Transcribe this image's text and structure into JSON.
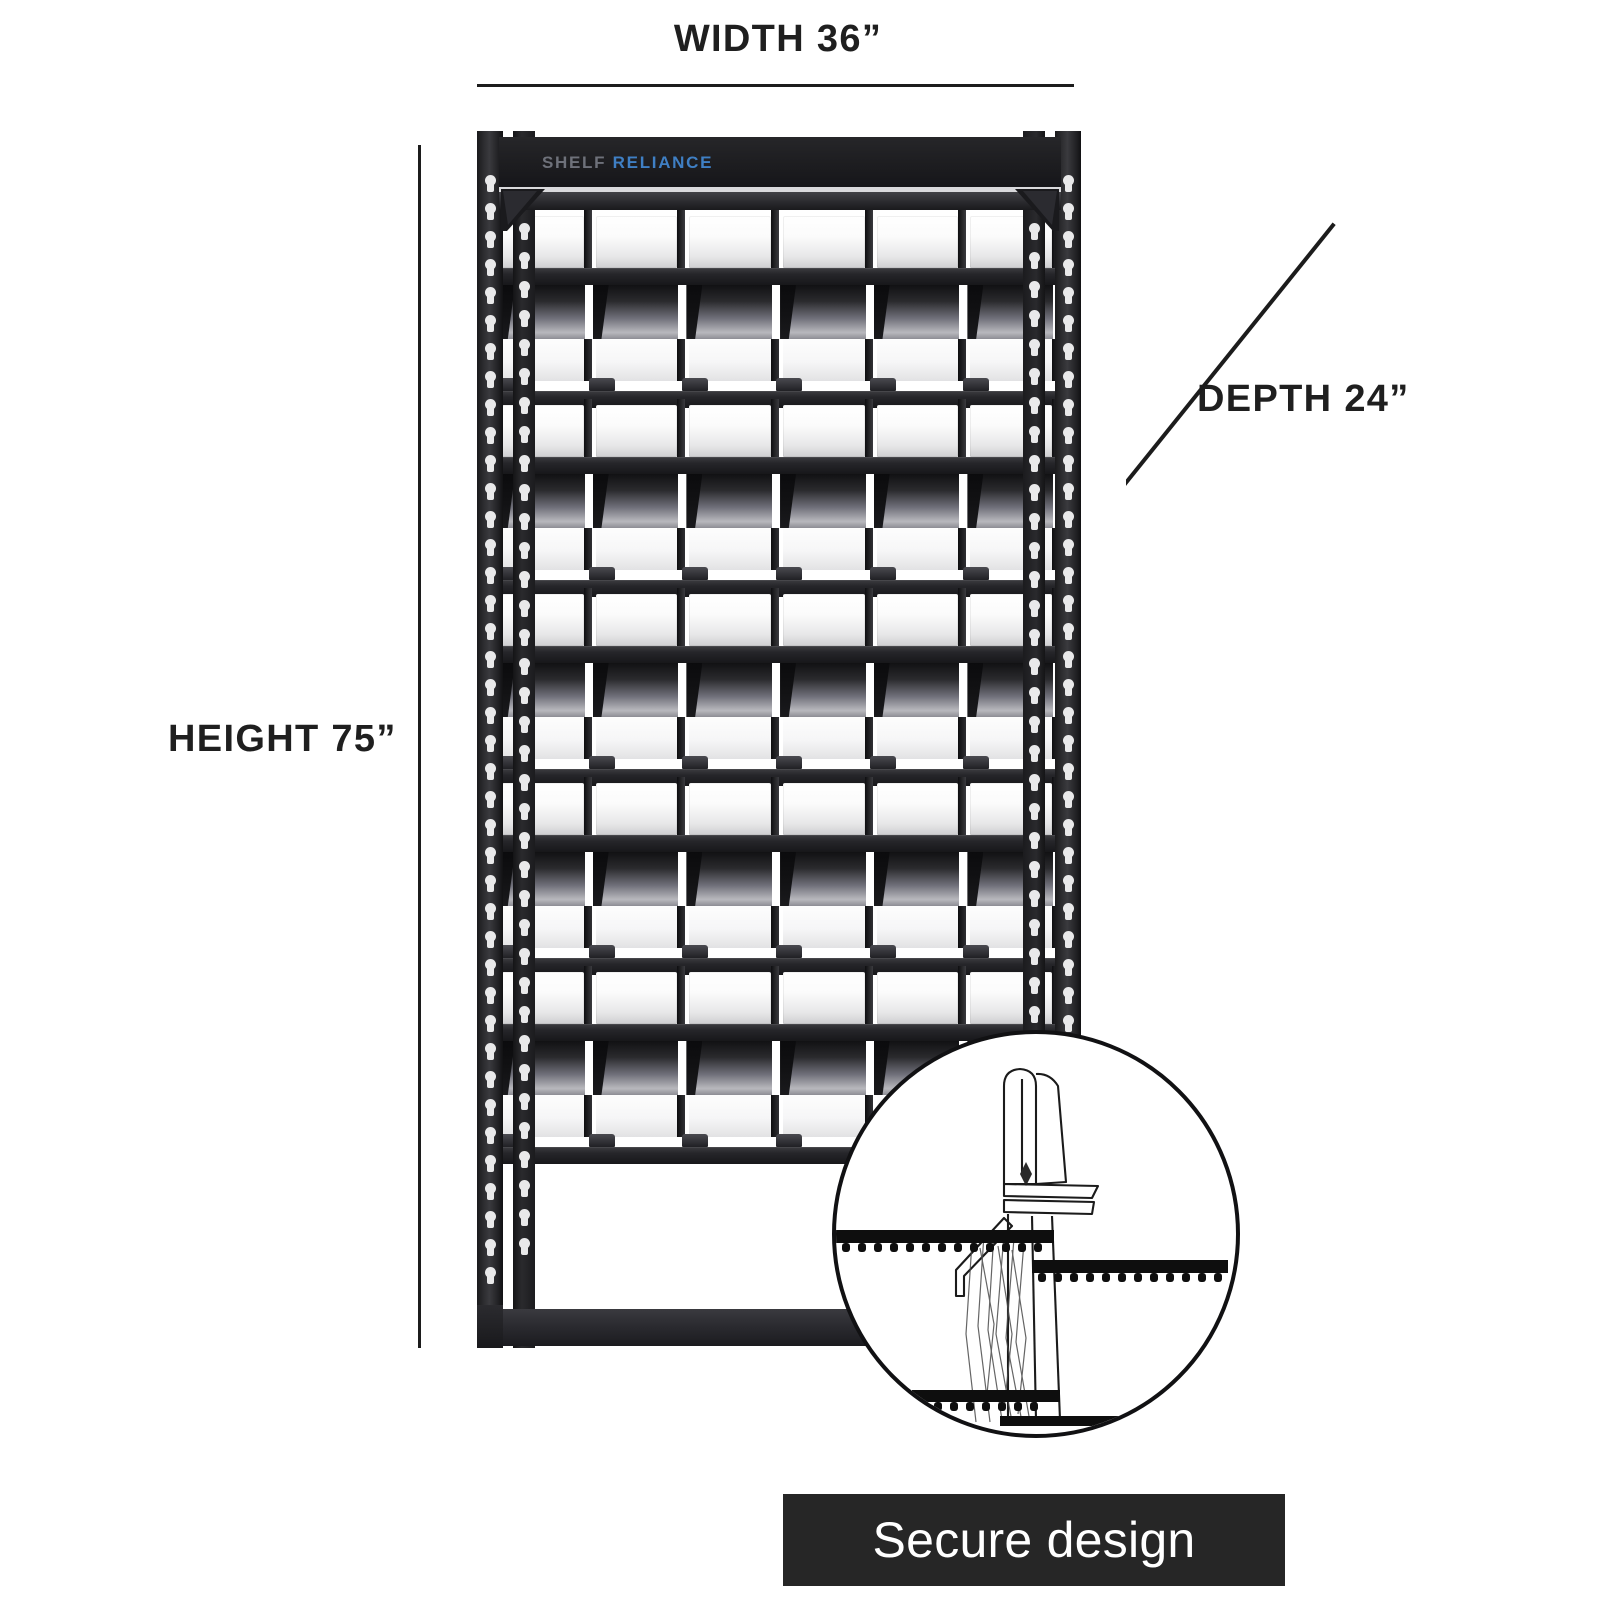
{
  "product": {
    "brand_primary": "SHELF",
    "brand_secondary": "RELIANCE",
    "brand_primary_color": "#6e717a",
    "brand_secondary_color": "#3f7fc4",
    "frame_color": "#1d1d20",
    "can_color": "#fdfdfd",
    "shelf_levels": 5,
    "columns_per_shelf": 6,
    "rows_per_shelf": 3,
    "empty_bays": 1
  },
  "dimensions": {
    "width_label": "WIDTH 36”",
    "depth_label": "DEPTH 24”",
    "height_label": "HEIGHT 75”",
    "width_value": "36",
    "depth_value": "24",
    "height_value": "75",
    "unit": "inches",
    "rule_color": "#1c1c1c",
    "label_color": "#1f1f1f"
  },
  "callout": {
    "banner_text": "Secure design",
    "banner_background": "#262626",
    "banner_text_color": "#ffffff",
    "diagram_name": "divider-rail-detail",
    "circle_border_color": "#111113"
  },
  "icons": {
    "keyhole_slot": "keyhole-slot-icon",
    "shelf_beam": "shelf-beam-icon",
    "can": "can-icon",
    "divider": "divider-icon"
  }
}
